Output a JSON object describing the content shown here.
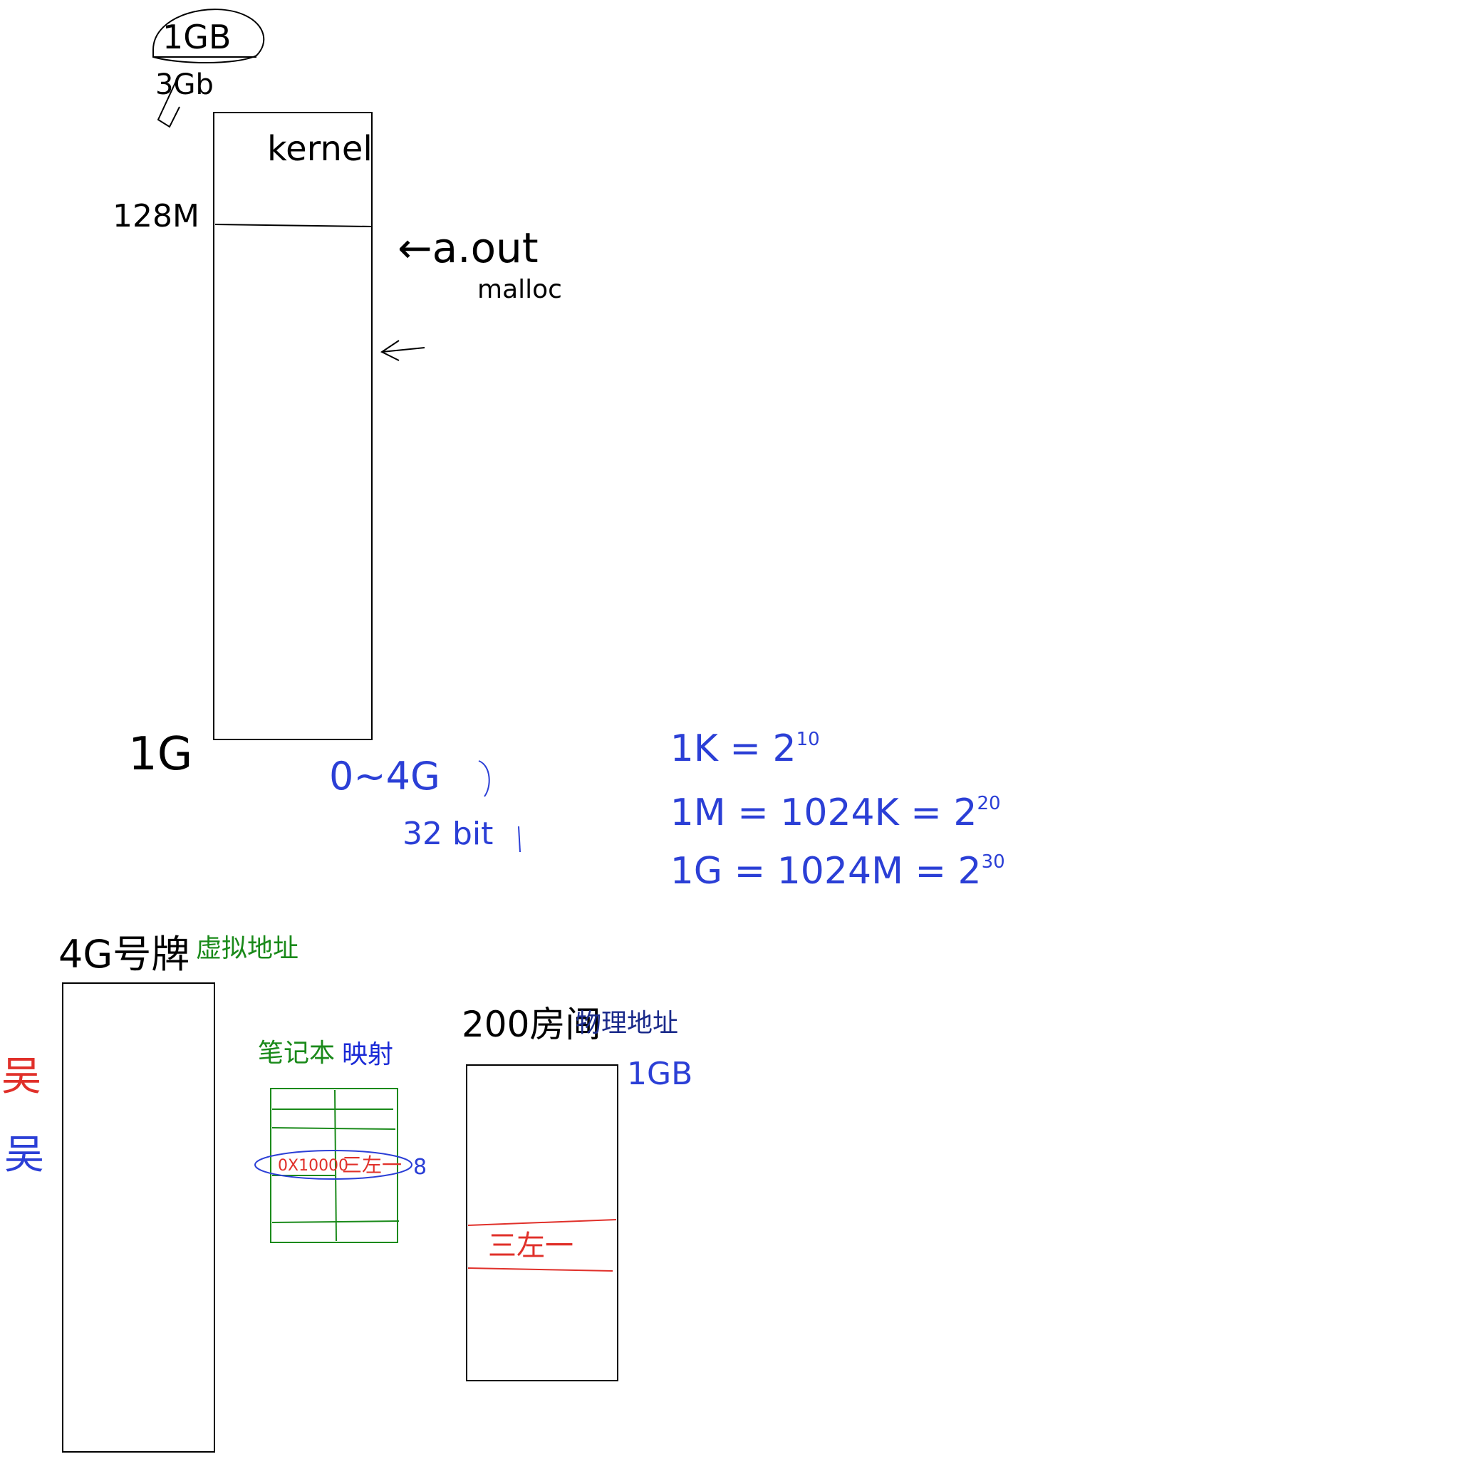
{
  "colors": {
    "ink": "#000000",
    "blue": "#2b3fd6",
    "green": "#1a8a1a",
    "red": "#e0302a",
    "navy": "#1a2a8a"
  },
  "top_diagram": {
    "label_1gb": "1GB",
    "label_3gb": "3Gb",
    "label_kernel": "kernel",
    "label_128m": "128M",
    "label_1g": "1G",
    "arrow_note": "←a.out",
    "arrow_note_sub": "malloc",
    "range_note": "0~4G",
    "bits_note": "32 bit"
  },
  "units": {
    "k": "1K = 2",
    "k_exp": "10",
    "m": "1M = 1024K = 2",
    "m_exp": "20",
    "g": "1G = 1024M = 2",
    "g_exp": "30"
  },
  "bottom_diagram": {
    "virtual_handwritten": "4G号牌",
    "virtual_label": "虚拟地址",
    "notebook_label": "笔记本",
    "mapping_label": "映射",
    "physical_handwritten": "200房间",
    "physical_label": "物理地址",
    "physical_size": "1GB",
    "address_entry": "0X10000",
    "room_entry": "三左一",
    "room_entry_physical": "三左一",
    "side_red": "吴",
    "side_blue": "吴",
    "side_number": "8"
  }
}
